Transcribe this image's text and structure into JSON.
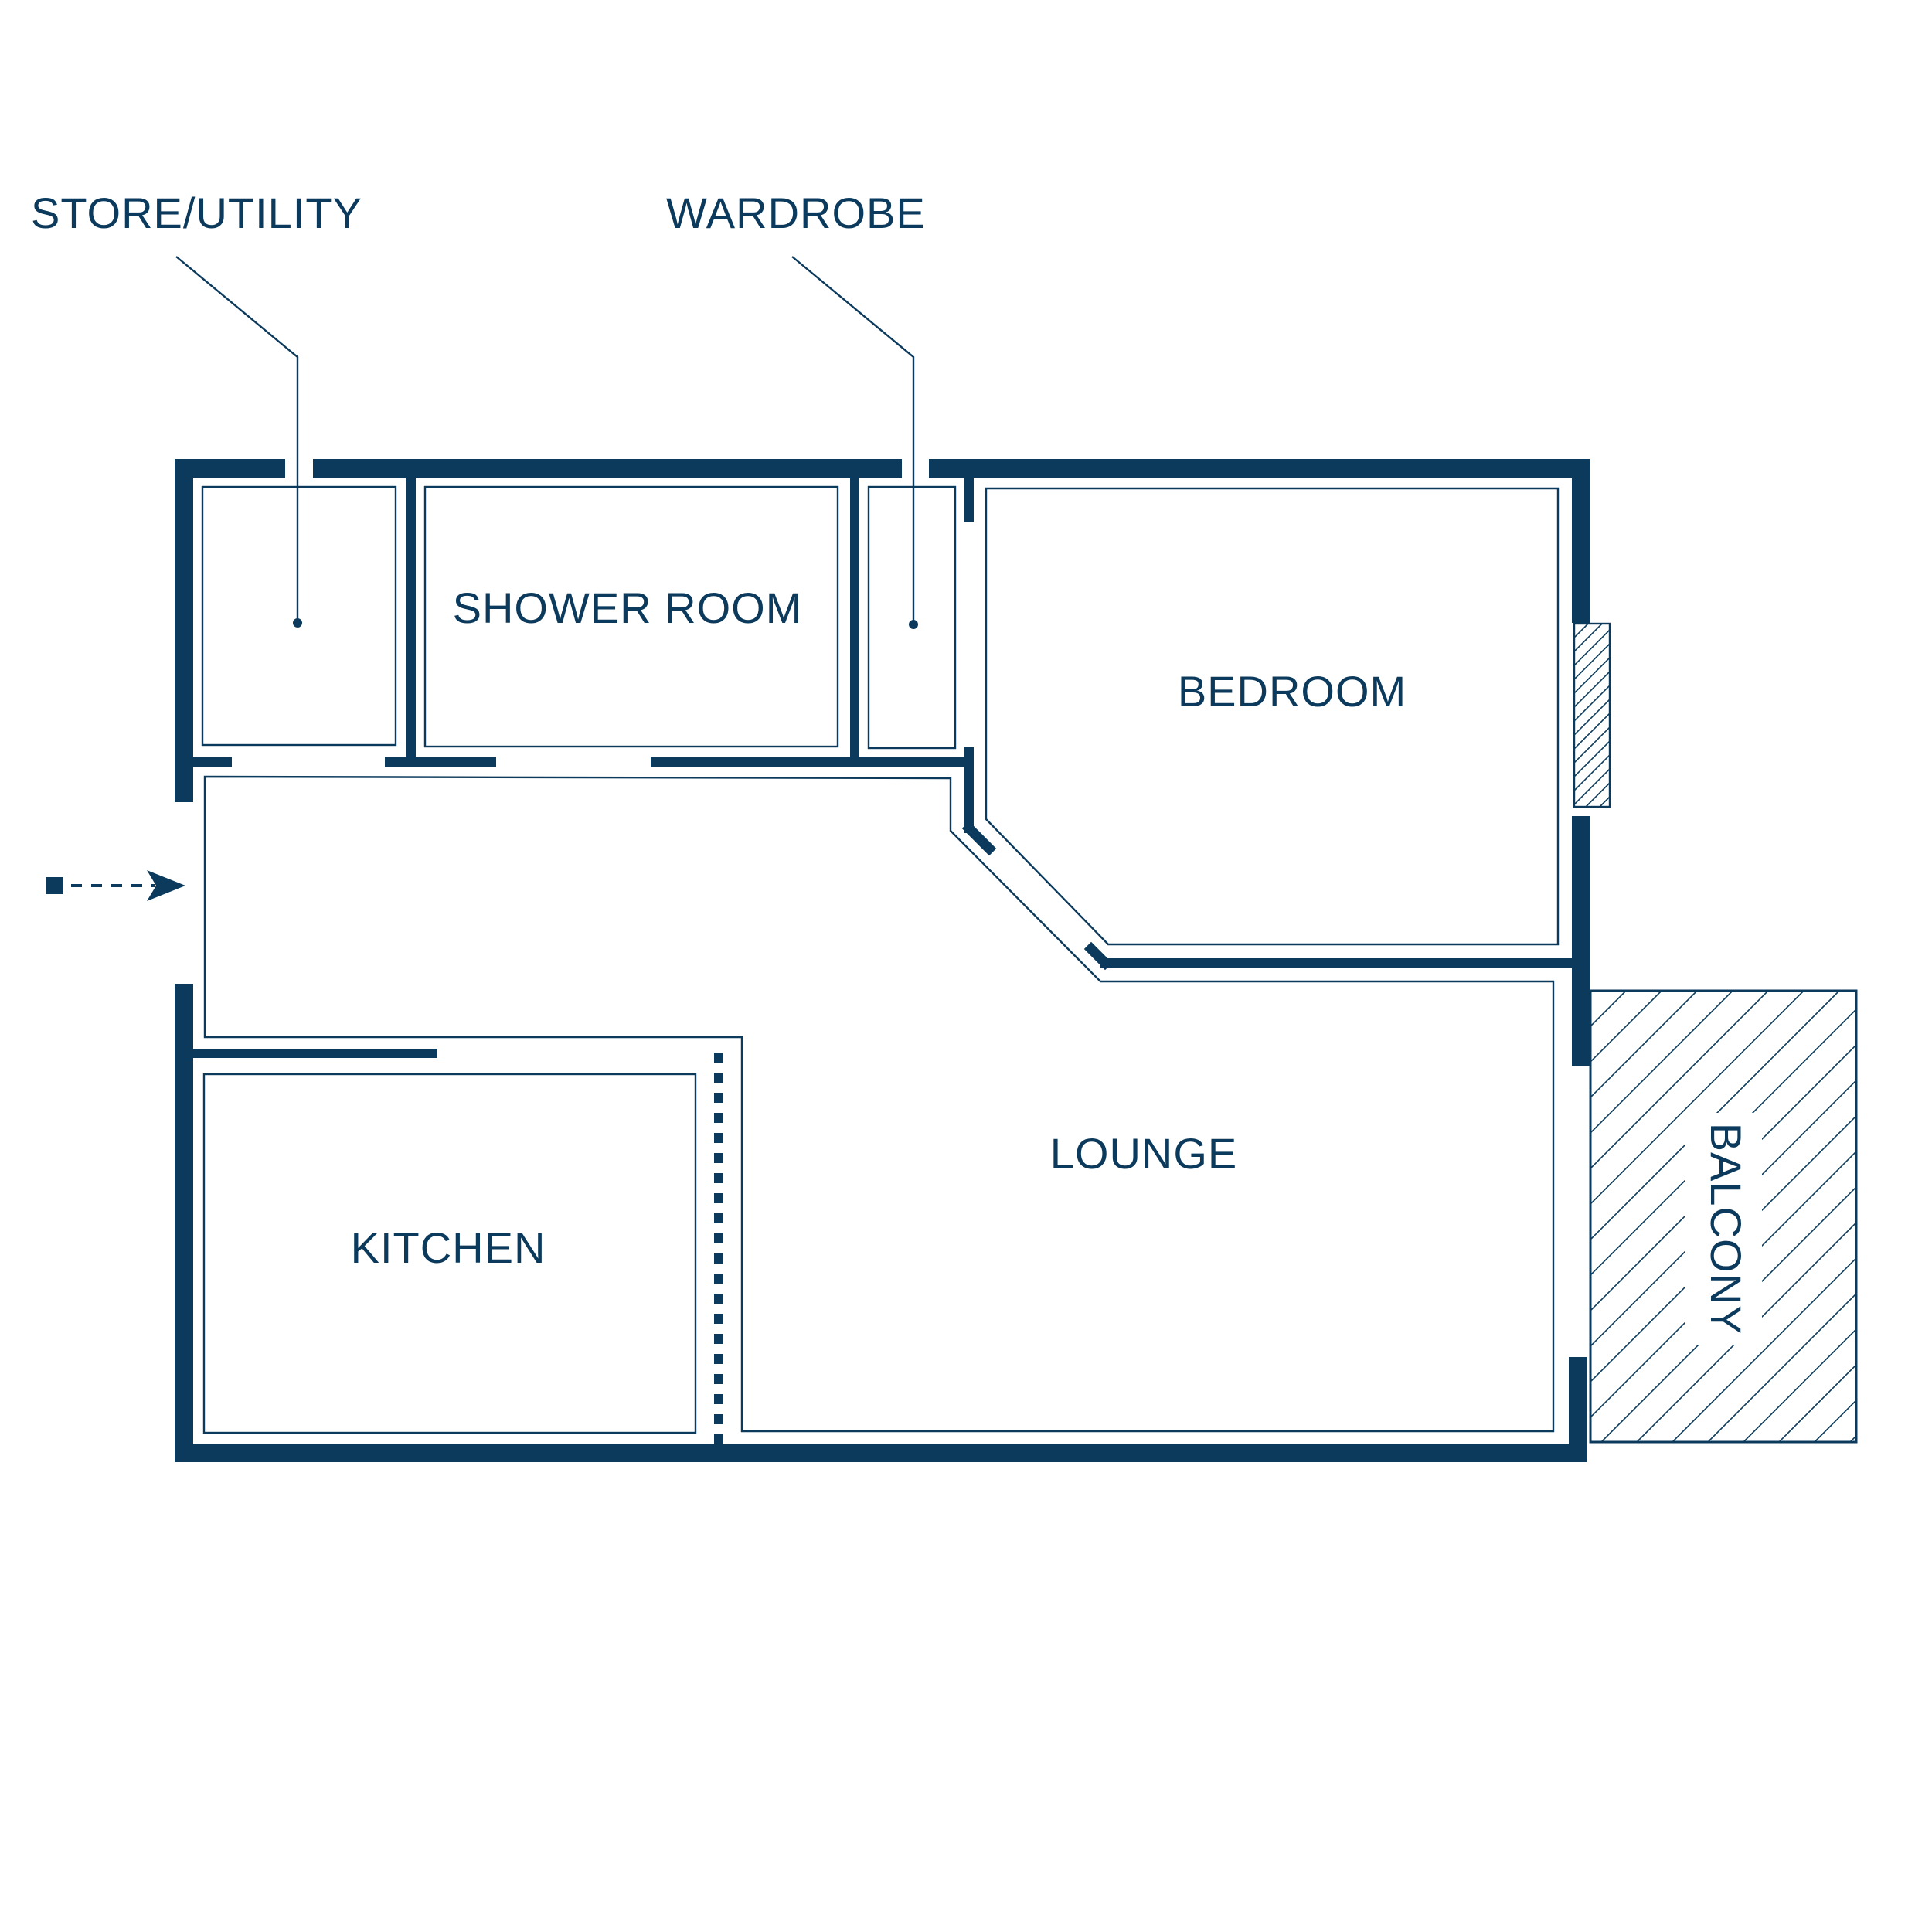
{
  "colors": {
    "ink": "#0b3a5c",
    "background": "#ffffff"
  },
  "labels": {
    "store_utility": "STORE/UTILITY",
    "wardrobe": "WARDROBE",
    "shower_room": "SHOWER ROOM",
    "bedroom": "BEDROOM",
    "lounge": "LOUNGE",
    "kitchen": "KITCHEN",
    "balcony": "BALCONY"
  },
  "icons": {
    "entrance": "dashed-arrow-icon"
  }
}
